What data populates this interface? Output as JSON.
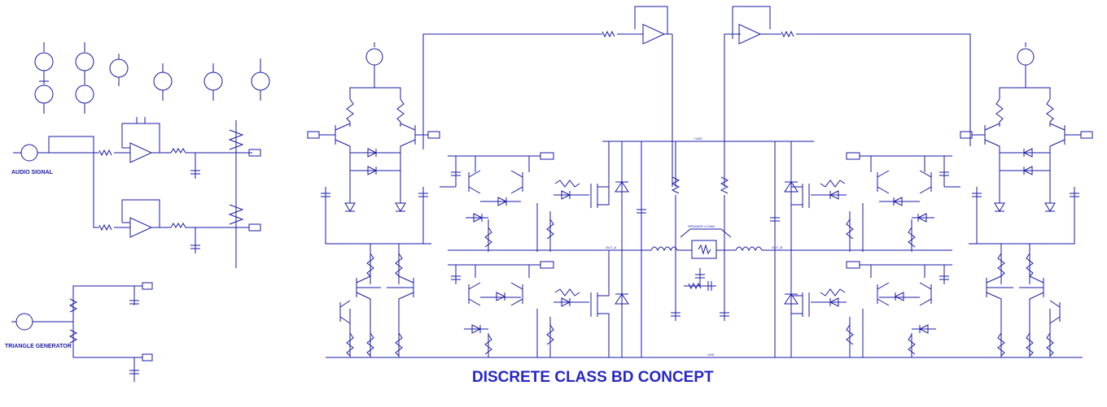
{
  "title": "DISCRETE CLASS BD CONCEPT",
  "labels": {
    "audio_signal": "AUDIO SIGNAL",
    "triangle_generator": "TRIANGLE GENERATOR",
    "speaker": "SPEAKER 4 OHM",
    "out_a": "OUT_A",
    "out_b": "OUT_B",
    "vdd": "+VDD",
    "vss": "-VSS"
  },
  "colors": {
    "wire": "#1a1aa8",
    "title": "#2626c8",
    "background": "#ffffff"
  }
}
